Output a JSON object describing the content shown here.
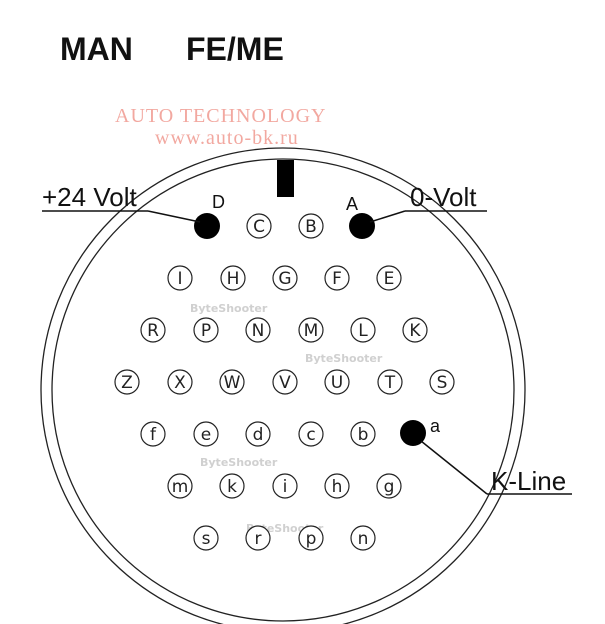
{
  "title": {
    "brand": "MAN",
    "model": "FE/ME"
  },
  "watermark": {
    "line1": "AUTO TECHNOLOGY",
    "line2": "www.auto-bk.ru",
    "small": [
      "ByteShooter",
      "ByteShooter",
      "ByteShooter",
      "ByteShooter"
    ]
  },
  "labels": {
    "plus24": "+24 Volt",
    "zero": "0-Volt",
    "kline": "K-Line",
    "pin_D": "D",
    "pin_A": "A",
    "pin_a": "a"
  },
  "pins": {
    "row1": [
      "C",
      "B"
    ],
    "row2": [
      "I",
      "H",
      "G",
      "F",
      "E"
    ],
    "row3": [
      "R",
      "P",
      "N",
      "M",
      "L",
      "K"
    ],
    "row4": [
      "Z",
      "X",
      "W",
      "V",
      "U",
      "T",
      "S"
    ],
    "row5": [
      "f",
      "e",
      "d",
      "c",
      "b"
    ],
    "row6": [
      "m",
      "k",
      "i",
      "h",
      "g"
    ],
    "row7": [
      "s",
      "r",
      "p",
      "n"
    ]
  },
  "colors": {
    "watermark": "#f2a8a0",
    "filled_pin": "#000000"
  }
}
